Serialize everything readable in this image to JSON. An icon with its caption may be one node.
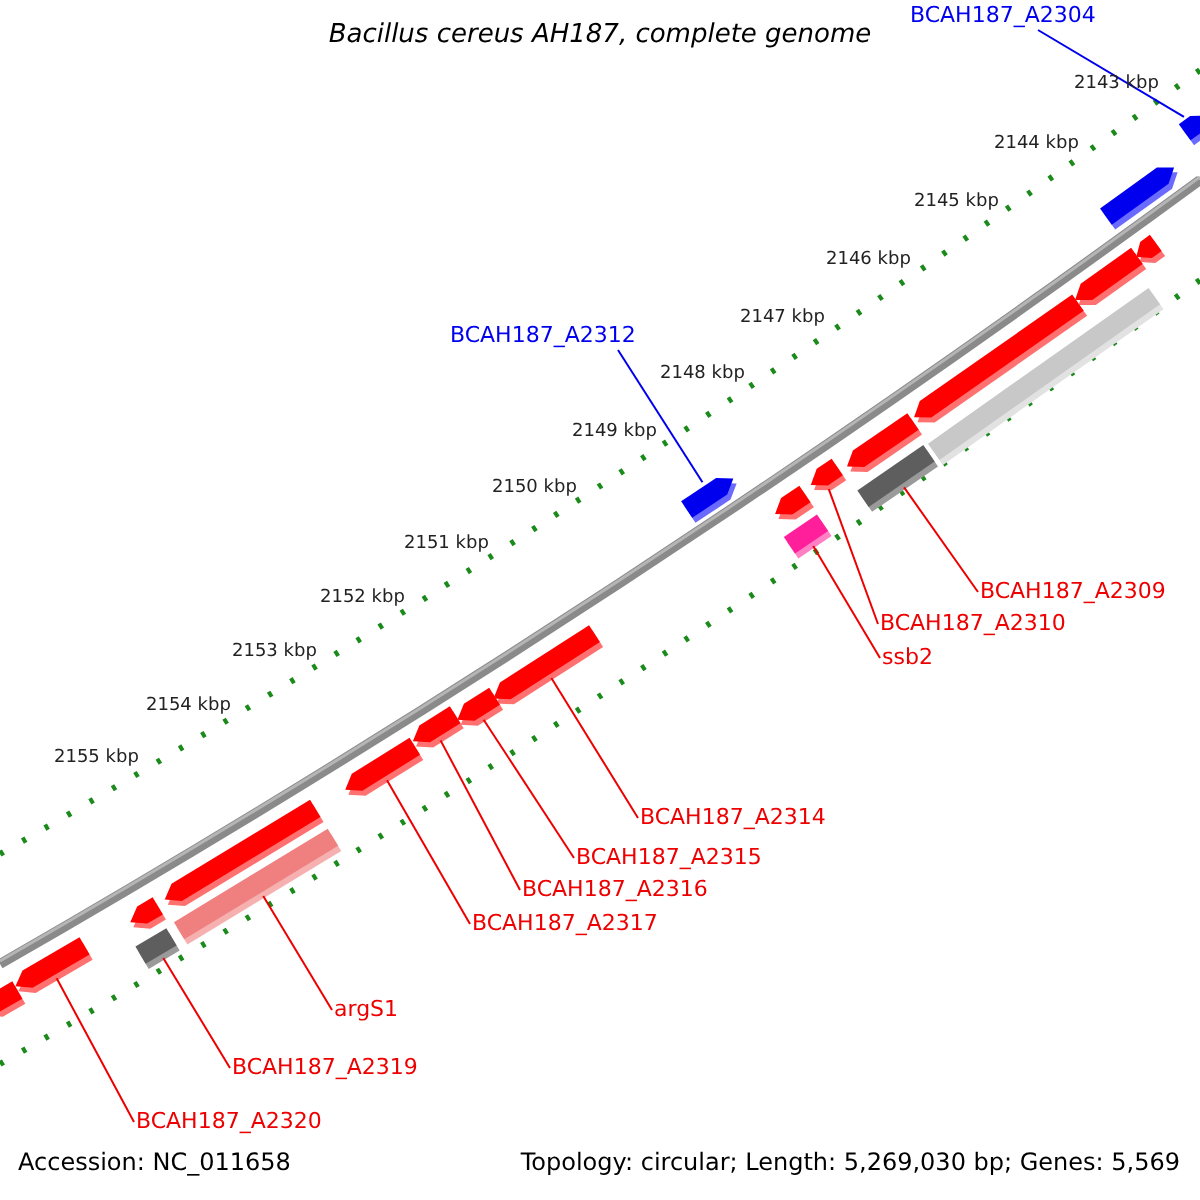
{
  "diagram": {
    "title": "Bacillus cereus AH187, complete genome",
    "nodes": [
      {
        "text": [
          "BCAH187_A2304"
        ]
      },
      {
        "text": [],
        "shape": "arrow"
      },
      {
        "text": [
          "BCAH187_A2312"
        ]
      },
      {
        "text": [],
        "shape": "arrow"
      },
      {
        "text": [],
        "shape": "box"
      },
      {
        "text": [],
        "shape": "arrow"
      },
      {
        "text": [],
        "shape": "box"
      },
      {
        "text": [
          "BCAH187_A2309"
        ]
      },
      {
        "text": [
          "BCAH187_A2310"
        ]
      },
      {
        "text": [
          "ssb2"
        ]
      },
      {
        "text": [],
        "shape": "arrow"
      },
      {
        "text": [],
        "shape": "arrow"
      },
      {
        "text": [],
        "shape": "arrow"
      },
      {
        "text": [],
        "shape": "arrow"
      },
      {
        "text": [],
        "shape": "box"
      },
      {
        "text": [],
        "shape": "box"
      },
      {
        "text": [],
        "shape": "arrow"
      },
      {
        "text": [
          "BCAH187_A2314"
        ]
      },
      {
        "text": [
          "BCAH187_A2315"
        ]
      },
      {
        "text": [
          "BCAH187_A2316"
        ]
      },
      {
        "text": [
          "BCAH187_A2317"
        ]
      },
      {
        "text": [
          "argS1"
        ]
      },
      {
        "text": [
          "BCAH187_A2319"
        ]
      },
      {
        "text": [
          "BCAH187_A2320"
        ]
      },
      {
        "text": [],
        "shape": "arrow"
      },
      {
        "text": [],
        "shape": "arrow"
      },
      {
        "text": [],
        "shape": "arrow"
      },
      {
        "text": [],
        "shape": "arrow"
      },
      {
        "text": [],
        "shape": "box"
      },
      {
        "text": [],
        "shape": "arrow"
      },
      {
        "text": [],
        "shape": "arrow"
      },
      {
        "text": [],
        "shape": "arrow"
      },
      {
        "text": [],
        "shape": "arrow"
      },
      {
        "text": [],
        "shape": "arrow"
      }
    ],
    "edges": [
      {
        "from": 0,
        "to": 1,
        "arrow": "none",
        "color": "#0000ee"
      },
      {
        "from": 2,
        "to": 3,
        "arrow": "none",
        "color": "#0000ee"
      },
      {
        "from": 7,
        "to": 4,
        "arrow": "none"
      },
      {
        "from": 8,
        "to": 5,
        "arrow": "none"
      },
      {
        "from": 9,
        "to": 6,
        "arrow": "none"
      },
      {
        "from": 17,
        "to": 10,
        "arrow": "none"
      },
      {
        "from": 18,
        "to": 11,
        "arrow": "none"
      },
      {
        "from": 19,
        "to": 12,
        "arrow": "none"
      },
      {
        "from": 20,
        "to": 13,
        "arrow": "none"
      },
      {
        "from": 21,
        "to": 14,
        "arrow": "none"
      },
      {
        "from": 22,
        "to": 15,
        "arrow": "none"
      },
      {
        "from": 23,
        "to": 16,
        "arrow": "none"
      }
    ],
    "labels": [
      "2143 kbp",
      "2144 kbp",
      "2145 kbp",
      "2146 kbp",
      "2147 kbp",
      "2148 kbp",
      "2149 kbp",
      "2150 kbp",
      "2151 kbp",
      "2152 kbp",
      "2153 kbp",
      "2154 kbp",
      "2155 kbp",
      "Accession: NC_011658",
      "Topology: circular; Length: 5,269,030 bp; Genes: 5,569"
    ]
  }
}
